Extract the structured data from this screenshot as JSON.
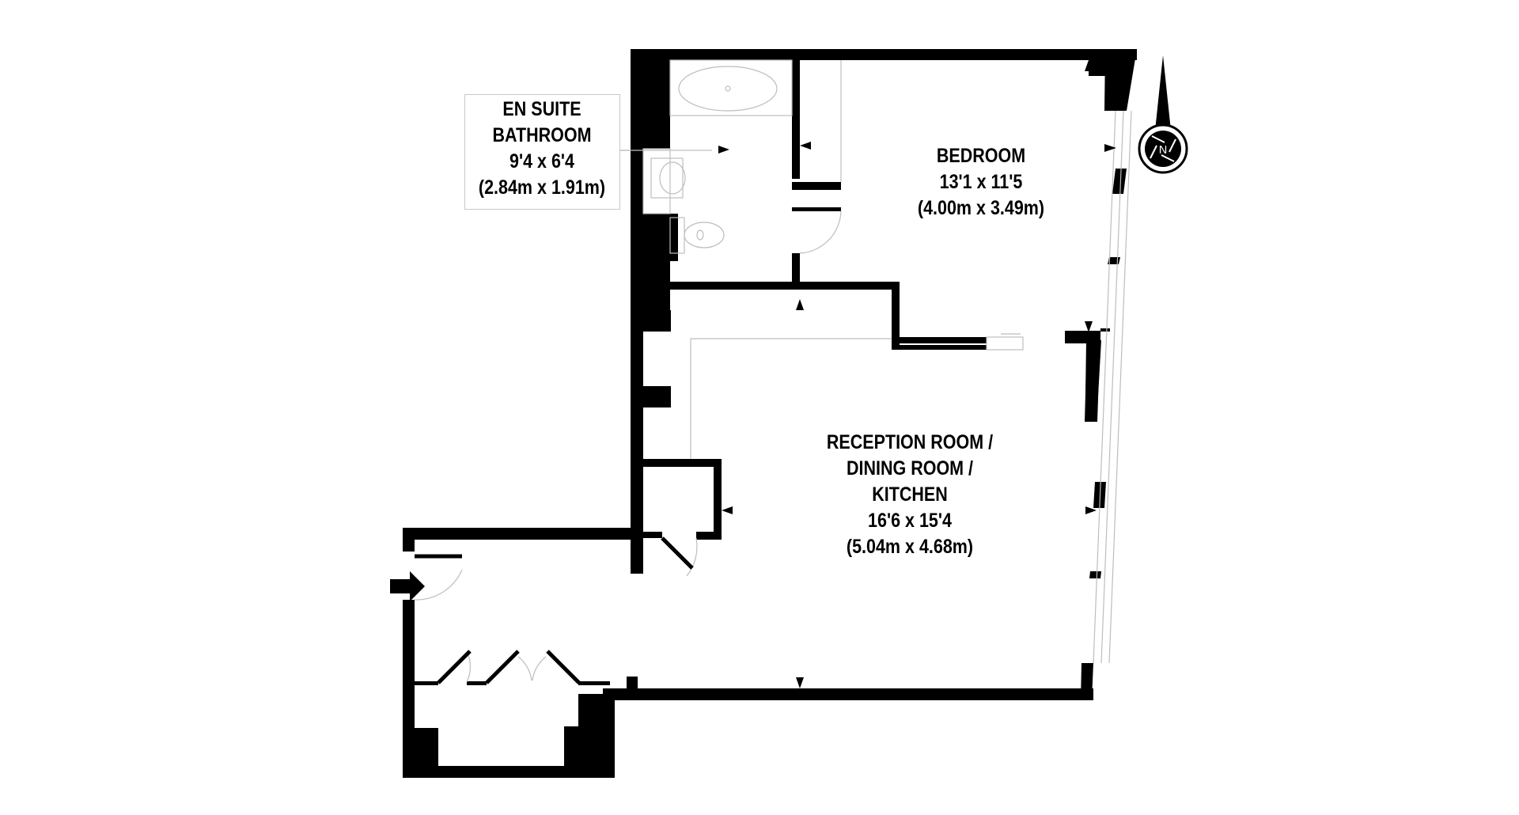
{
  "floorplan": {
    "colors": {
      "wall": "#000000",
      "fixture_line": "#bdbdbd",
      "background": "#ffffff"
    },
    "compass": {
      "letter": "N"
    },
    "rooms": [
      {
        "id": "en-suite-bathroom",
        "name_lines": [
          "EN SUITE",
          "BATHROOM"
        ],
        "imperial": "9'4 x 6'4",
        "metric": "(2.84m x 1.91m)"
      },
      {
        "id": "bedroom",
        "name_lines": [
          "BEDROOM"
        ],
        "imperial": "13'1 x 11'5",
        "metric": "(4.00m x 3.49m)"
      },
      {
        "id": "reception",
        "name_lines": [
          "RECEPTION ROOM /",
          "DINING ROOM /",
          "KITCHEN"
        ],
        "imperial": "16'6 x 15'4",
        "metric": "(5.04m x 4.68m)"
      }
    ],
    "fixtures": [
      "bathtub",
      "washbasin",
      "toilet",
      "kitchen-counter",
      "wardrobe-bifold-doors",
      "sliding-door"
    ],
    "entrance": {
      "marker": "entrance-arrow"
    }
  }
}
